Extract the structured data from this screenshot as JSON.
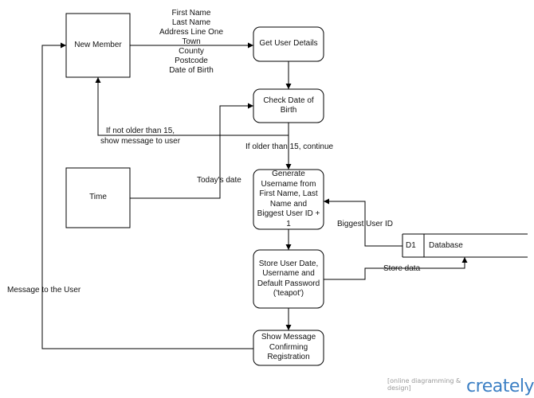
{
  "nodes": {
    "new_member": "New Member",
    "get_user_details": "Get User Details",
    "check_dob": "Check Date of Birth",
    "time": "Time",
    "generate_username": "Generate Username from First Name, Last Name and Biggest User ID + 1",
    "store_user_data": "Store User Date, Username and Default Password ('teapot')",
    "show_message": "Show Message Confirming Registration",
    "database": {
      "id": "D1",
      "name": "Database"
    }
  },
  "flows": {
    "user_fields": [
      "First Name",
      "Last Name",
      "Address Line One",
      "Town",
      "County",
      "Postcode",
      "Date of Birth"
    ],
    "not_older": [
      "If not older than 15,",
      "show message to user"
    ],
    "older_continue": "If older than 15, continue",
    "todays_date": "Today's date",
    "biggest_user_id": "Biggest User ID",
    "store_data": "Store data",
    "message_to_user": "Message to the User"
  },
  "watermark": {
    "tagline": "[online diagramming & design]",
    "brand": "creately"
  },
  "colors": {
    "line": "#000000",
    "brand": "#3b7fc4",
    "muted": "#9a9a9a"
  }
}
